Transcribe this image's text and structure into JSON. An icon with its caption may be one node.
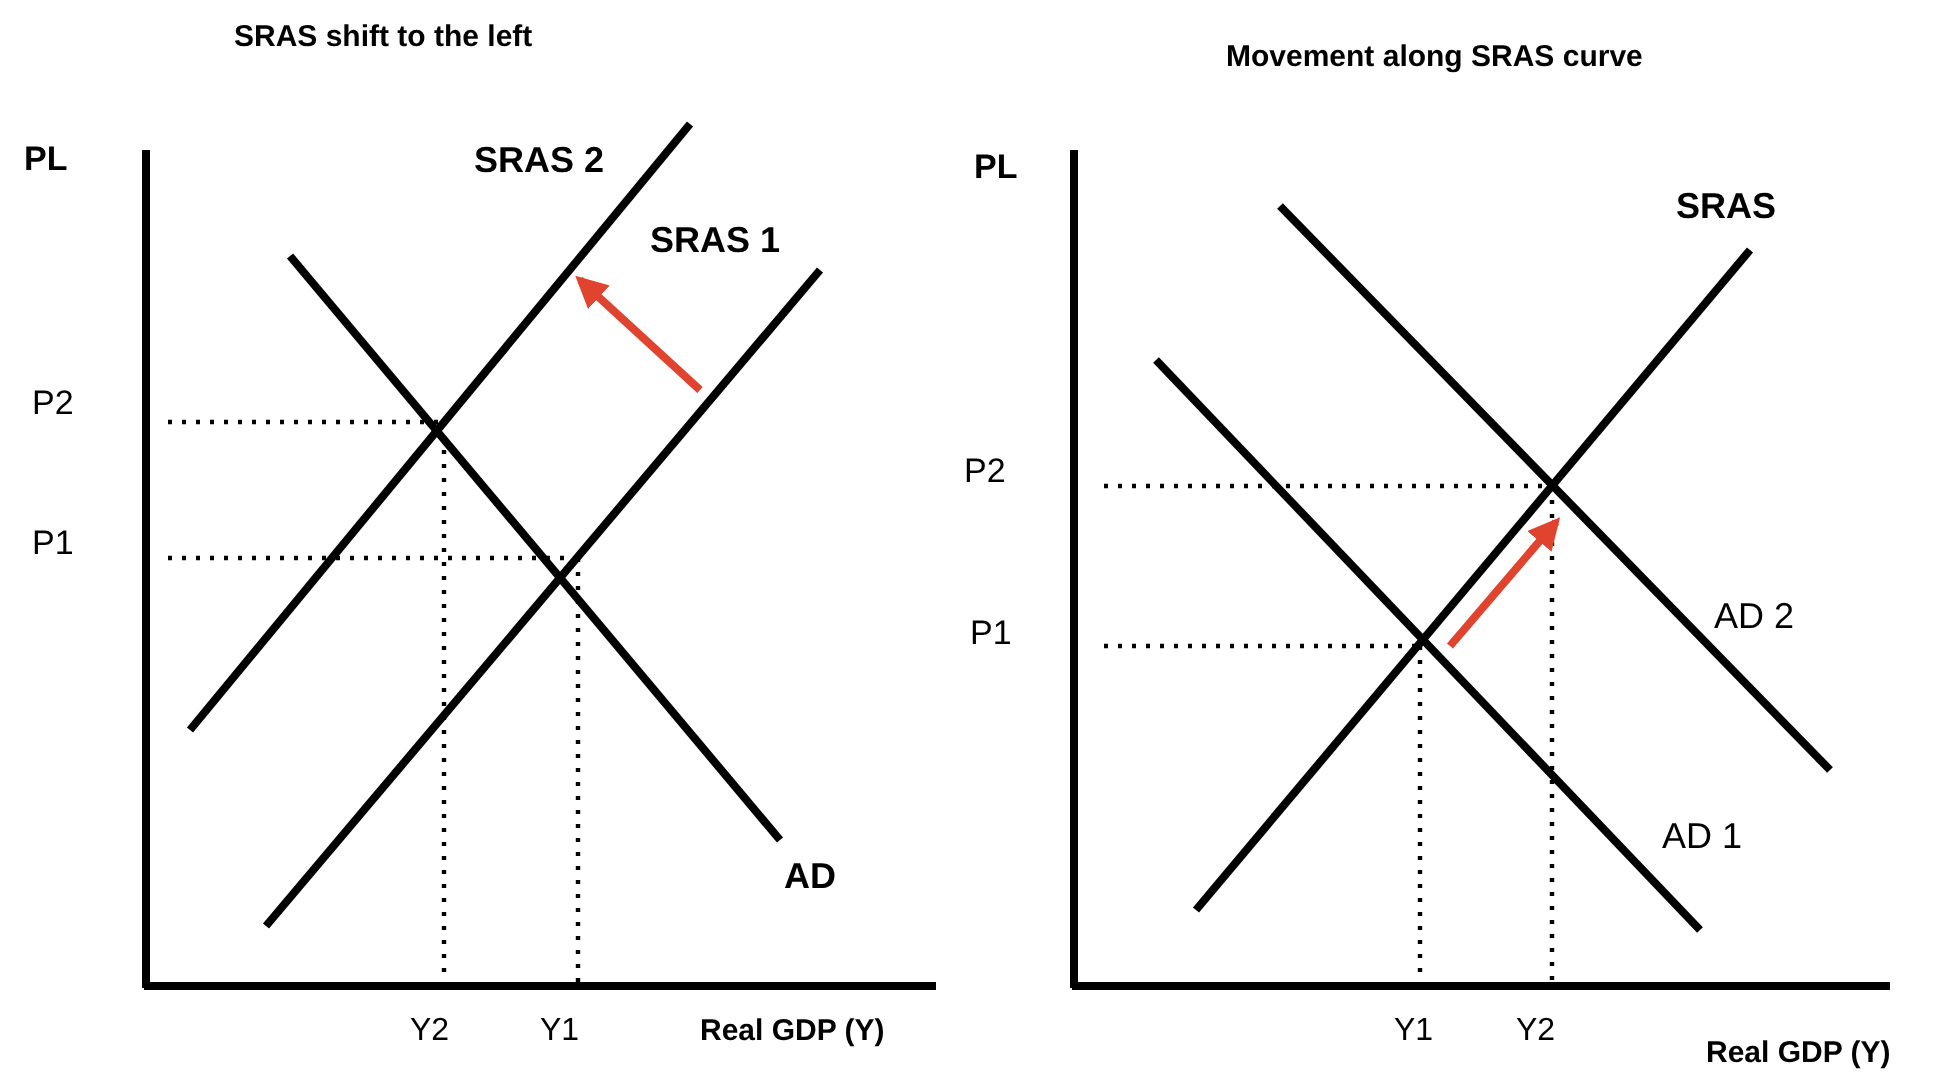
{
  "diagram": {
    "labels": [
      "SRAS shift to the left",
      "PL",
      "SRAS 2",
      "SRAS 1",
      "P2",
      "P1",
      "AD",
      "Y2",
      "Y1",
      "Real GDP (Y)",
      "Movement along SRAS curve",
      "PL",
      "SRAS",
      "P2",
      "P1",
      "AD 2",
      "AD 1",
      "Y1",
      "Y2",
      "Real GDP (Y)"
    ]
  }
}
